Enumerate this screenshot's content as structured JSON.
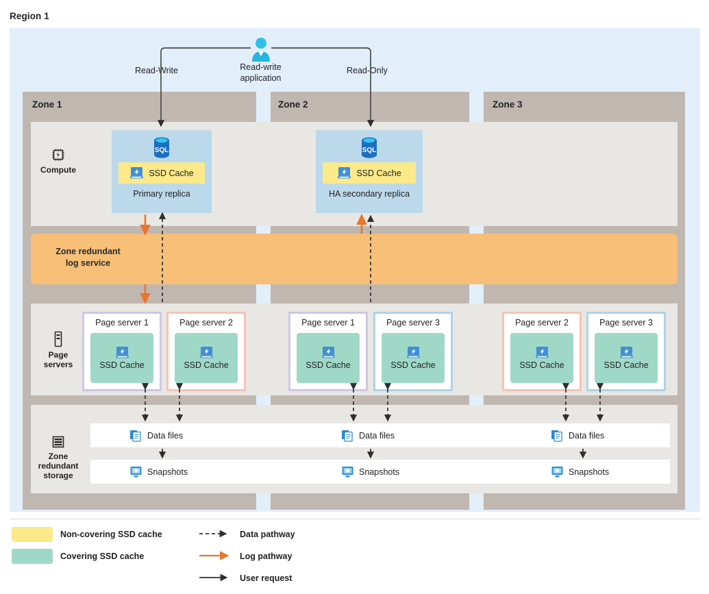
{
  "region": {
    "title": "Region 1"
  },
  "application": {
    "label": "Read-write\napplication",
    "label_line1": "Read-write",
    "label_line2": "application",
    "icon": "user-icon",
    "paths": {
      "left": "Read-Write",
      "right": "Read-Only"
    }
  },
  "zones": [
    {
      "label": "Zone 1"
    },
    {
      "label": "Zone 2"
    },
    {
      "label": "Zone 3"
    }
  ],
  "rows": {
    "compute": {
      "label": "Compute",
      "icon": "cpu-chip-icon"
    },
    "log": {
      "label_line1": "Zone redundant",
      "label_line2": "log service"
    },
    "page_servers": {
      "label_line1": "Page",
      "label_line2": "servers",
      "icon": "server-rack-icon"
    },
    "storage": {
      "label_line1": "Zone",
      "label_line2": "redundant",
      "label_line3": "storage",
      "icon": "storage-stack-icon"
    }
  },
  "replicas": [
    {
      "name": "Primary replica",
      "cache_label": "SSD Cache",
      "cache_type": "non-covering",
      "db_icon": "sql-database-icon",
      "cache_icon": "ssd-drive-icon"
    },
    {
      "name": "HA secondary replica",
      "cache_label": "SSD Cache",
      "cache_type": "non-covering",
      "db_icon": "sql-database-icon",
      "cache_icon": "ssd-drive-icon"
    }
  ],
  "page_servers": [
    {
      "zone": "Zone 1",
      "title": "Page server 1",
      "cache_label": "SSD Cache",
      "border_color": "#cfc6e6",
      "cache_icon": "ssd-drive-icon"
    },
    {
      "zone": "Zone 1",
      "title": "Page server 2",
      "cache_label": "SSD Cache",
      "border_color": "#f6c3b4",
      "cache_icon": "ssd-drive-icon"
    },
    {
      "zone": "Zone 2",
      "title": "Page server 1",
      "cache_label": "SSD Cache",
      "border_color": "#cfc6e6",
      "cache_icon": "ssd-drive-icon"
    },
    {
      "zone": "Zone 2",
      "title": "Page server 3",
      "cache_label": "SSD Cache",
      "border_color": "#aed3ea",
      "cache_icon": "ssd-drive-icon"
    },
    {
      "zone": "Zone 3",
      "title": "Page server 2",
      "cache_label": "SSD Cache",
      "border_color": "#f6c3b4",
      "cache_icon": "ssd-drive-icon"
    },
    {
      "zone": "Zone 3",
      "title": "Page server 3",
      "cache_label": "SSD Cache",
      "border_color": "#aed3ea",
      "cache_icon": "ssd-drive-icon"
    }
  ],
  "storage": {
    "data_files": [
      {
        "label": "Data files",
        "icon": "documents-icon"
      },
      {
        "label": "Data files",
        "icon": "documents-icon"
      },
      {
        "label": "Data files",
        "icon": "documents-icon"
      }
    ],
    "snapshots": [
      {
        "label": "Snapshots",
        "icon": "snapshot-monitor-icon"
      },
      {
        "label": "Snapshots",
        "icon": "snapshot-monitor-icon"
      },
      {
        "label": "Snapshots",
        "icon": "snapshot-monitor-icon"
      }
    ]
  },
  "legend": {
    "swatches": [
      {
        "label": "Non-covering SSD cache",
        "color": "#fbe98a"
      },
      {
        "label": "Covering SSD cache",
        "color": "#9fd8c7"
      }
    ],
    "lines": [
      {
        "label": "Data pathway",
        "style": "dashed",
        "color": "#333333"
      },
      {
        "label": "Log pathway",
        "style": "solid",
        "color": "#e8762c"
      },
      {
        "label": "User request",
        "style": "solid",
        "color": "#333333"
      }
    ]
  },
  "colors": {
    "region_bg": "#e2effa",
    "zone_bg": "#c1b7b1",
    "band_bg": "#e9e7e3",
    "log_band": "#f7bf78",
    "replica_bg": "#bcd9ec",
    "non_covering_cache": "#fbe98a",
    "covering_cache": "#9fd8c7",
    "log_arrow": "#e8762c",
    "data_arrow": "#333333"
  }
}
